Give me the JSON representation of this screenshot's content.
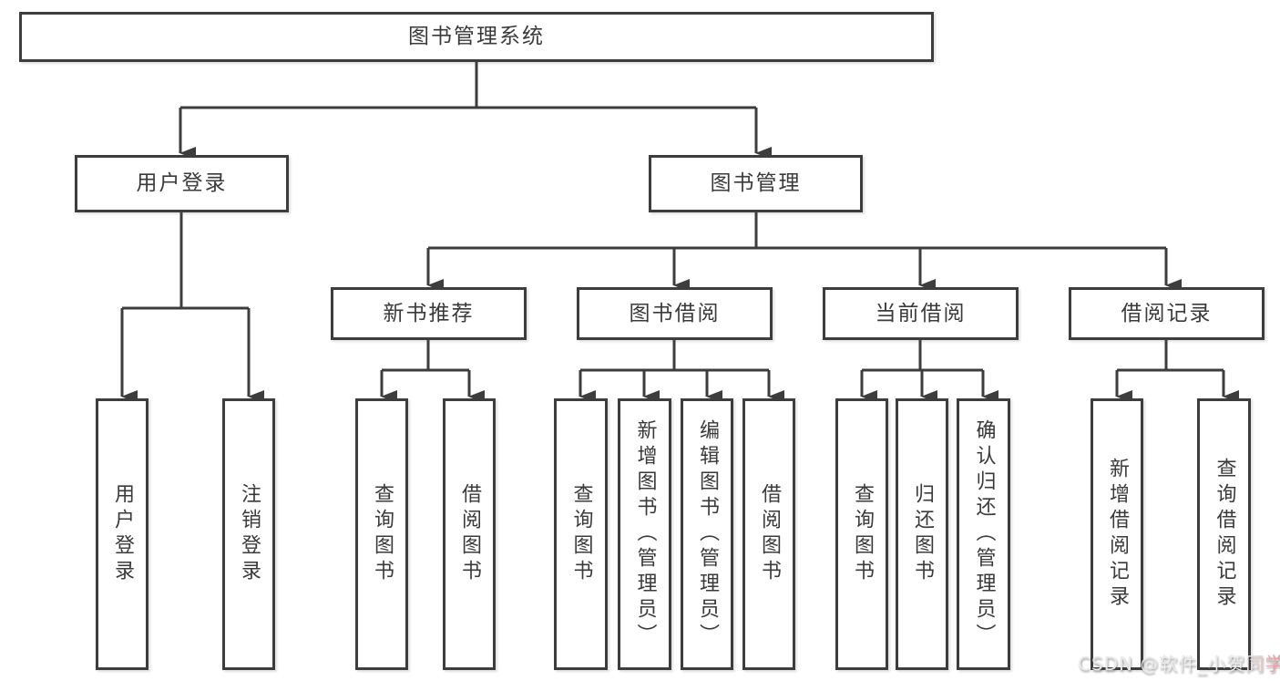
{
  "diagram": {
    "root": {
      "label": "图书管理系统"
    },
    "level2": [
      {
        "label": "用户登录",
        "children": [
          {
            "label": "用户登录"
          },
          {
            "label": "注销登录"
          }
        ]
      },
      {
        "label": "图书管理",
        "children": [
          {
            "label": "新书推荐",
            "children": [
              {
                "label": "查询图书"
              },
              {
                "label": "借阅图书"
              }
            ]
          },
          {
            "label": "图书借阅",
            "children": [
              {
                "label": "查询图书"
              },
              {
                "label": "新增图书（管理员）"
              },
              {
                "label": "编辑图书（管理员）"
              },
              {
                "label": "借阅图书"
              }
            ]
          },
          {
            "label": "当前借阅",
            "children": [
              {
                "label": "查询图书"
              },
              {
                "label": "归还图书"
              },
              {
                "label": "确认归还（管理员）"
              }
            ]
          },
          {
            "label": "借阅记录",
            "children": [
              {
                "label": "新增借阅记录"
              },
              {
                "label": "查询借阅记录"
              }
            ]
          }
        ]
      }
    ]
  },
  "watermark": {
    "text": "CSDN @软件_小贺同学"
  },
  "colors": {
    "line": "#3d3d3d",
    "text": "#3a3a3a",
    "watermark": "#eceaea",
    "watermark_accent": "#e08f8f"
  }
}
